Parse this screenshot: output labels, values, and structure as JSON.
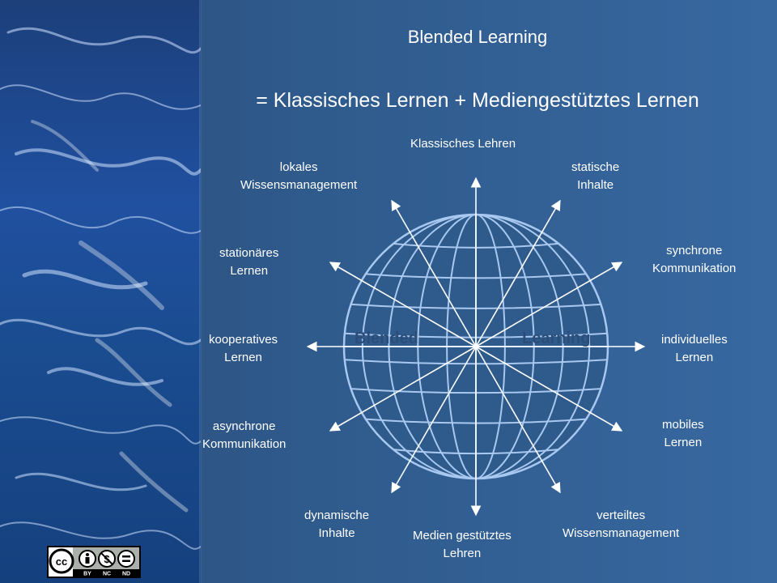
{
  "slide": {
    "title": "Blended Learning",
    "subtitle": "= Klassisches Lernen + Mediengestütztes Lernen"
  },
  "globe": {
    "left_word": "Blended",
    "right_word": "Learning"
  },
  "axes": {
    "top": [
      "Klassisches Lehren"
    ],
    "top_right": [
      "statische",
      "Inhalte"
    ],
    "upper_right": [
      "synchrone",
      "Kommunikation"
    ],
    "right": [
      "individuelles",
      "Lernen"
    ],
    "lower_right": [
      "mobiles",
      "Lernen"
    ],
    "bottom_right": [
      "verteiltes",
      "Wissensmanagement"
    ],
    "bottom": [
      "Medien gestütztes",
      "Lehren"
    ],
    "bottom_left": [
      "dynamische",
      "Inhalte"
    ],
    "lower_left": [
      "asynchrone",
      "Kommunikation"
    ],
    "left": [
      "kooperatives",
      "Lernen"
    ],
    "upper_left": [
      "stationäres",
      "Lernen"
    ],
    "top_left": [
      "lokales",
      "Wissensmanagement"
    ]
  },
  "license": {
    "cc": "cc",
    "by": "BY",
    "nc": "NC",
    "nd": "ND"
  },
  "colors": {
    "globe_lines": "#a8c8f0",
    "arrows": "#ffffff",
    "text": "#ffffff"
  }
}
